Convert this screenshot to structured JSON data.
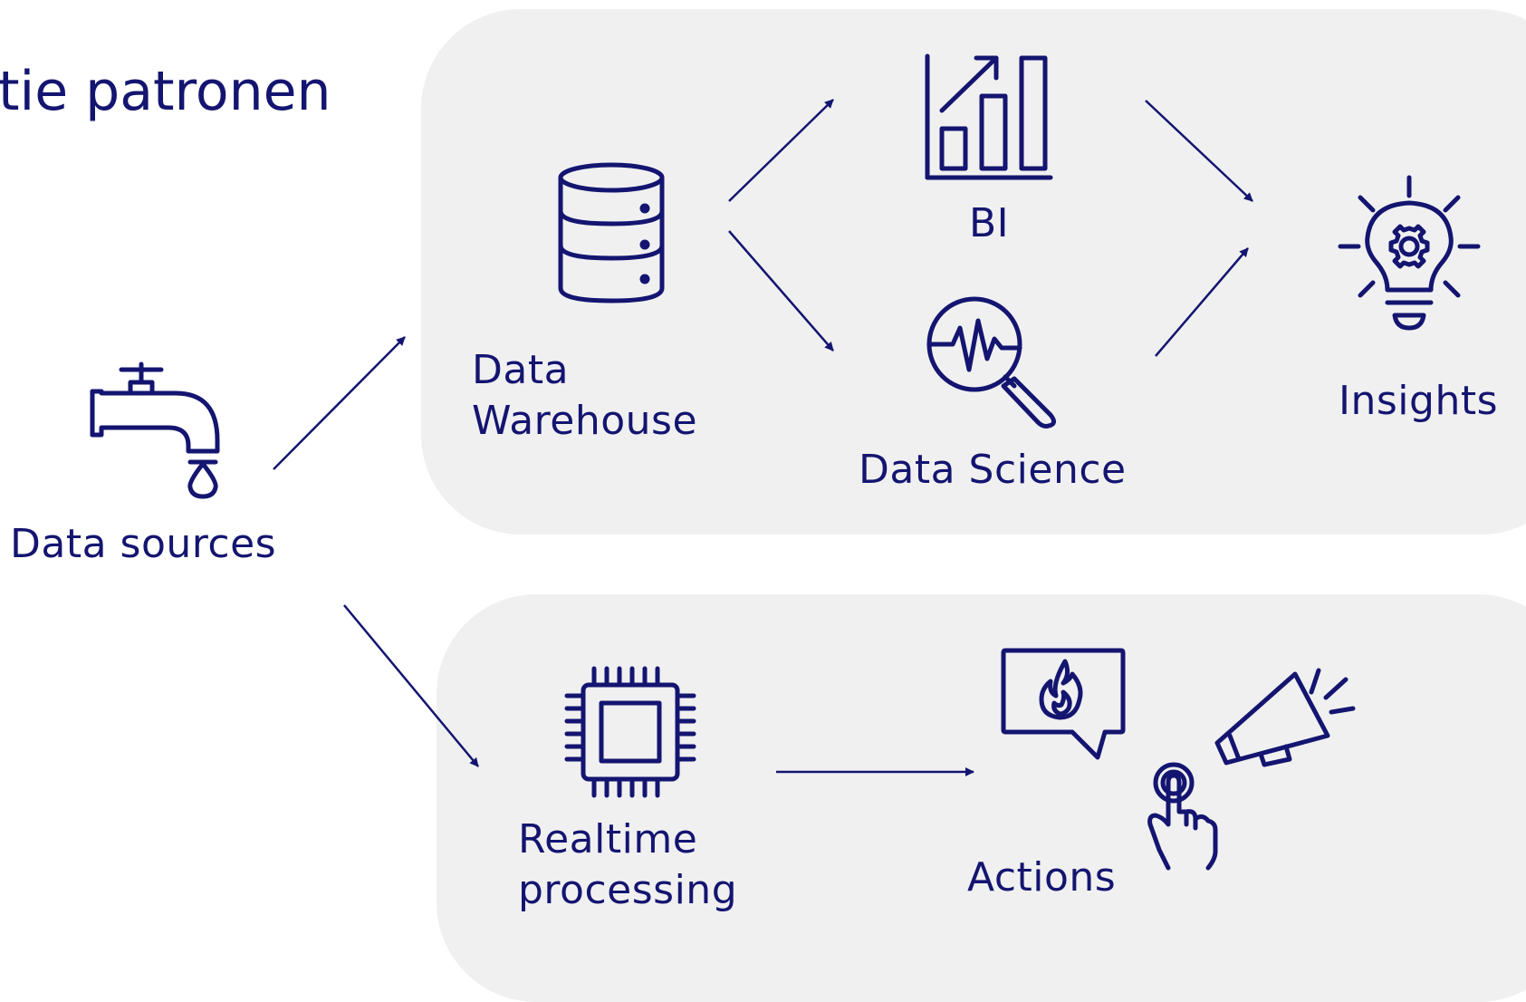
{
  "title": "tie patronen",
  "nodes": {
    "data_sources": "Data sources",
    "data_warehouse_line1": "Data",
    "data_warehouse_line2": "Warehouse",
    "bi": "BI",
    "data_science": "Data Science",
    "insights": "Insights",
    "realtime_line1": "Realtime",
    "realtime_line2": "processing",
    "actions": "Actions"
  },
  "icons": {
    "data_sources": "water-tap-icon",
    "data_warehouse": "database-icon",
    "bi": "bar-chart-growth-icon",
    "data_science": "magnifier-pulse-icon",
    "insights": "lightbulb-gear-icon",
    "realtime": "cpu-chip-icon",
    "actions_alert": "fire-alert-bubble-icon",
    "actions_click": "pointer-click-icon",
    "actions_megaphone": "megaphone-icon"
  },
  "colors": {
    "primary": "#141570",
    "panel": "#f0f0f1",
    "background": "#ffffff"
  }
}
